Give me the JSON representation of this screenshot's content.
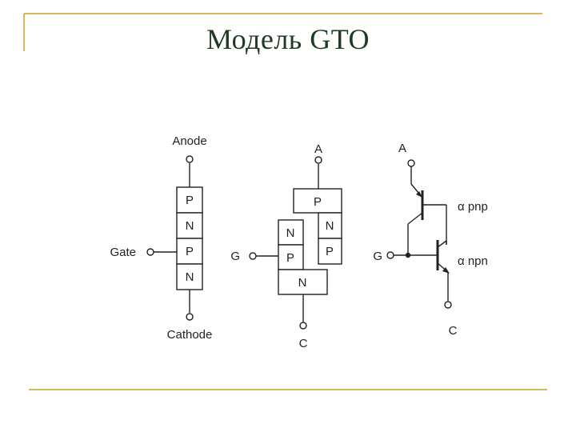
{
  "slide": {
    "title": "Модель GTO",
    "accent_color": "#c9a227"
  },
  "diagram": {
    "four_layer": {
      "anode_label": "Anode",
      "gate_label": "Gate",
      "cathode_label": "Cathode",
      "layers": [
        "P",
        "N",
        "P",
        "N"
      ]
    },
    "two_transistor_split": {
      "anode_label": "A",
      "gate_label": "G",
      "cathode_label": "C",
      "top_layer": "P",
      "left_layers": [
        "N",
        "P"
      ],
      "right_layers": [
        "N",
        "P"
      ],
      "bottom_layer": "N"
    },
    "transistor_equivalent": {
      "anode_label": "A",
      "gate_label": "G",
      "cathode_label": "C",
      "pnp_label": "α pnp",
      "npn_label": "α npn"
    }
  }
}
